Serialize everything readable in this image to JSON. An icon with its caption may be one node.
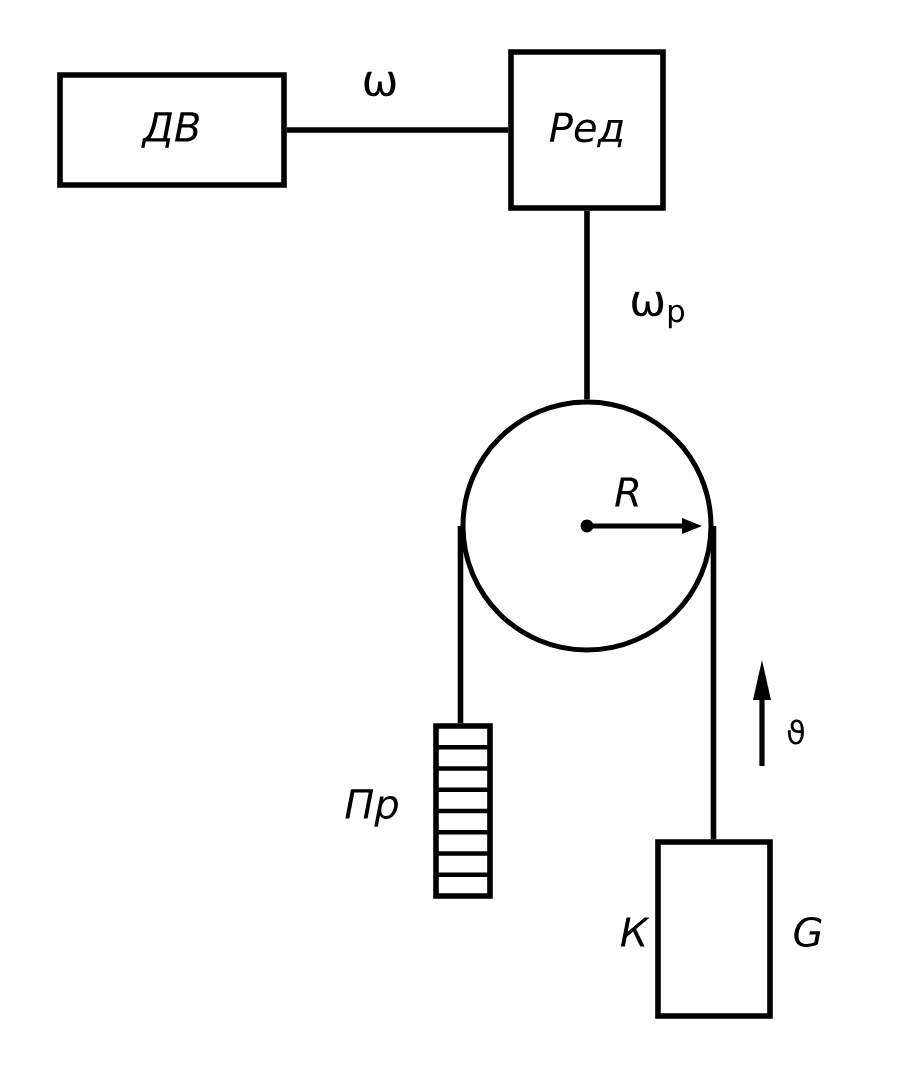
{
  "diagram": {
    "nodes": [
      {
        "text": [
          "ДВ"
        ]
      },
      {
        "text": [
          "Ред"
        ]
      },
      {
        "text": [],
        "shape": "circle"
      },
      {
        "text": [
          "Пр"
        ]
      },
      {
        "text": [
          "К",
          "G"
        ]
      }
    ],
    "edges": [
      {
        "from": 0,
        "to": 1,
        "arrow": "none",
        "label": "ω"
      },
      {
        "from": 1,
        "to": 2,
        "arrow": "none",
        "label": "ω$_{p}$"
      },
      {
        "from": 2,
        "to": 3,
        "arrow": "none"
      },
      {
        "from": 2,
        "to": 4,
        "arrow": "none"
      }
    ],
    "labels": [
      "R",
      "ϑ"
    ]
  }
}
